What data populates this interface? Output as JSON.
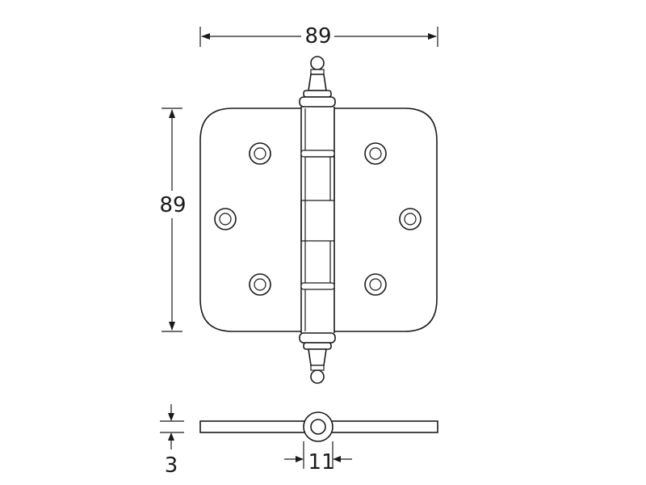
{
  "dimensions": {
    "width_label": "89",
    "height_label": "89",
    "thickness_label": "3",
    "knuckle_label": "11"
  },
  "colors": {
    "ink": "#1a1a1a",
    "background": "#ffffff"
  }
}
